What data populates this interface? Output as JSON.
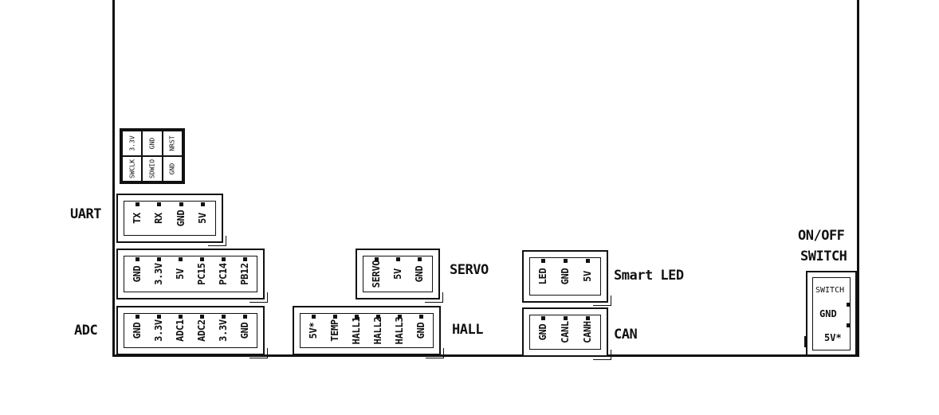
{
  "swd_header": {
    "top_row": [
      "3.3V",
      "GND",
      "NRST"
    ],
    "bottom_row": [
      "SWCLK",
      "SDWIO",
      "GND"
    ]
  },
  "connectors": {
    "uart": {
      "label": "UART",
      "pins": [
        "TX",
        "RX",
        "GND",
        "5V"
      ]
    },
    "gpio": {
      "pins": [
        "GND",
        "3.3V",
        "5V",
        "PC15",
        "PC14",
        "PB12"
      ]
    },
    "adc": {
      "label": "ADC",
      "pins": [
        "GND",
        "3.3V",
        "ADC1",
        "ADC2",
        "3.3V",
        "GND"
      ]
    },
    "servo": {
      "label": "SERVO",
      "pins": [
        "SERVO",
        "5V",
        "GND"
      ]
    },
    "hall": {
      "label": "HALL",
      "pins": [
        "5V*",
        "TEMP",
        "HALL1",
        "HALL2",
        "HALL3",
        "GND"
      ]
    },
    "led": {
      "label": "Smart LED",
      "pins": [
        "LED",
        "GND",
        "5V"
      ]
    },
    "can": {
      "label": "CAN",
      "pins": [
        "GND",
        "CANL",
        "CANH"
      ]
    }
  },
  "switch": {
    "label_line1": "ON/OFF",
    "label_line2": "SWITCH",
    "pins": [
      "SWITCH",
      "GND",
      "5V*"
    ]
  }
}
